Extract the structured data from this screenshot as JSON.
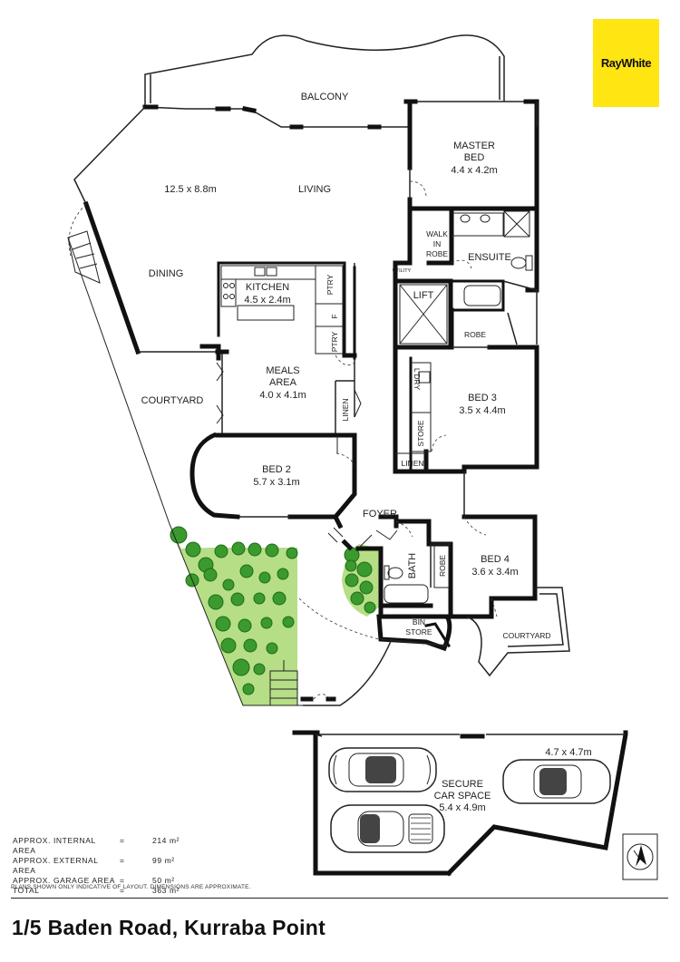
{
  "brand": {
    "logo_text": "RayWhite",
    "logo_color": "#FFE512"
  },
  "rooms": {
    "balcony": "BALCONY",
    "living_size": "12.5 x 8.8m",
    "living": "LIVING",
    "dining": "DINING",
    "master_line1": "MASTER",
    "master_line2": "BED",
    "master_size": "4.4 x 4.2m",
    "walk_in_robe_1": "WALK",
    "walk_in_robe_2": "IN",
    "walk_in_robe_3": "ROBE",
    "ensuite": "ENSUITE",
    "utility": "UTILITY",
    "kitchen": "KITCHEN",
    "kitchen_size": "4.5 x 2.4m",
    "ptry_top": "PTRY",
    "fridge": "F",
    "ptry_bottom": "PTRY",
    "lift": "LIFT",
    "robe_bed3": "ROBE",
    "meals_line1": "MEALS",
    "meals_line2": "AREA",
    "meals_size": "4.0 x 4.1m",
    "ldry": "L'DRY",
    "bed3": "BED 3",
    "bed3_size": "3.5 x 4.4m",
    "courtyard_left": "COURTYARD",
    "linen_meals": "LINEN",
    "store": "STORE",
    "linen_bed3": "LINEN",
    "bed2": "BED 2",
    "bed2_size": "5.7 x 3.1m",
    "foyer": "FOYER",
    "bath": "BATH",
    "robe_bed4": "ROBE",
    "bed4": "BED 4",
    "bed4_size": "3.6 x 3.4m",
    "bin_store_1": "BIN",
    "bin_store_2": "STORE",
    "courtyard_right": "COURTYARD",
    "garage_size_right": "4.7 x 4.7m",
    "car_space_1": "SECURE",
    "car_space_2": "CAR SPACE",
    "car_space_size": "5.4 x 4.9m"
  },
  "areas": [
    {
      "label": "APPROX. INTERNAL AREA",
      "eq": "=",
      "value": "214 m²"
    },
    {
      "label": "APPROX. EXTERNAL AREA",
      "eq": "=",
      "value": "99 m²"
    },
    {
      "label": "APPROX. GARAGE AREA",
      "eq": "=",
      "value": "50 m²"
    },
    {
      "label": "TOTAL",
      "eq": "=",
      "value": "363 m²"
    }
  ],
  "disclaimer": "PLANS SHOWN ONLY INDICATIVE OF LAYOUT.  DIMENSIONS ARE APPROXIMATE.",
  "address": "1/5 Baden Road, Kurraba Point",
  "icons": {
    "north": "north-arrow-icon"
  },
  "colors": {
    "garden": "#b6de86",
    "tree": "#3a9a2e",
    "tree_dark": "#1f6b1a",
    "wall": "#111111"
  }
}
